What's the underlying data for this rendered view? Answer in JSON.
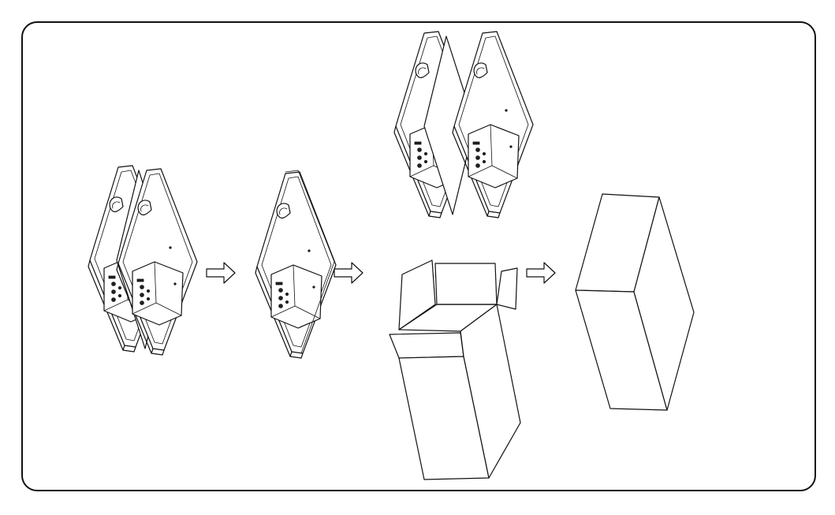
{
  "diagram": {
    "stages": [
      {
        "id": "two-monitors",
        "icon": "monitor-pair-icon"
      },
      {
        "id": "stacked-monitors",
        "icon": "monitor-stack-icon"
      },
      {
        "id": "packing",
        "icon": "monitors-into-box-icon"
      },
      {
        "id": "sealed-box",
        "icon": "closed-carton-icon"
      }
    ],
    "arrows": [
      "arrow-right-icon",
      "arrow-right-icon",
      "arrow-right-icon"
    ],
    "colors": {
      "stroke": "#111111",
      "background": "#ffffff"
    }
  }
}
